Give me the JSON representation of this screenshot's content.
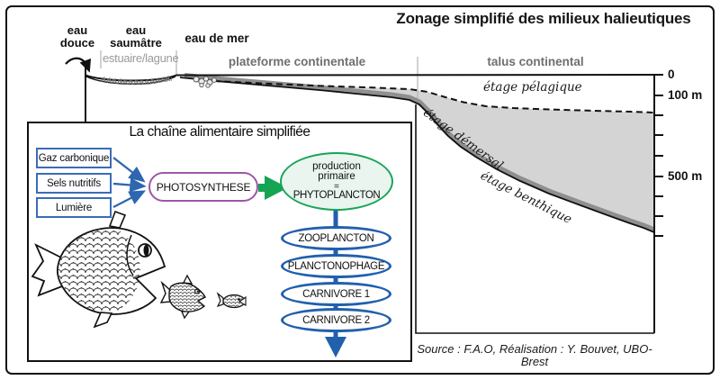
{
  "title": "Zonage simplifié des milieux halieutiques",
  "cross_section": {
    "water_labels": {
      "fresh": "eau douce",
      "brackish": "eau saumâtre",
      "sea": "eau de mer"
    },
    "zone_labels": {
      "estuary": "estuaire/lagune",
      "shelf": "plateforme continentale",
      "slope": "talus continental"
    },
    "stage_labels": {
      "pelagic": "étage pélagique",
      "demersal": "étage démersal",
      "benthic": "étage benthique"
    },
    "depth_scale": {
      "tick_0": "0",
      "tick_100": "100 m",
      "tick_500": "500 m"
    }
  },
  "food_chain": {
    "box_title": "La chaîne alimentaire simplifiée",
    "inputs": [
      "Gaz carbonique",
      "Sels nutritifs",
      "Lumière"
    ],
    "process": "PHOTOSYNTHESE",
    "primary_production": {
      "line1": "production",
      "line2": "primaire",
      "equals": "=",
      "result": "PHYTOPLANCTON"
    },
    "chain": [
      "ZOOPLANCTON",
      "PLANCTONOPHAGE",
      "CARNIVORE 1",
      "CARNIVORE 2"
    ]
  },
  "source_credit": "Source : F.A.O, Réalisation : Y. Bouvet, UBO-Brest",
  "colors": {
    "chain_blue": "#2e66b0",
    "photosynthesis_purple": "#9c57a6",
    "production_green": "#16a353",
    "production_fill": "#e9f5ee",
    "water_mass_gray": "#d4d4d4",
    "seafloor_band_gray": "#8f8f8f"
  }
}
